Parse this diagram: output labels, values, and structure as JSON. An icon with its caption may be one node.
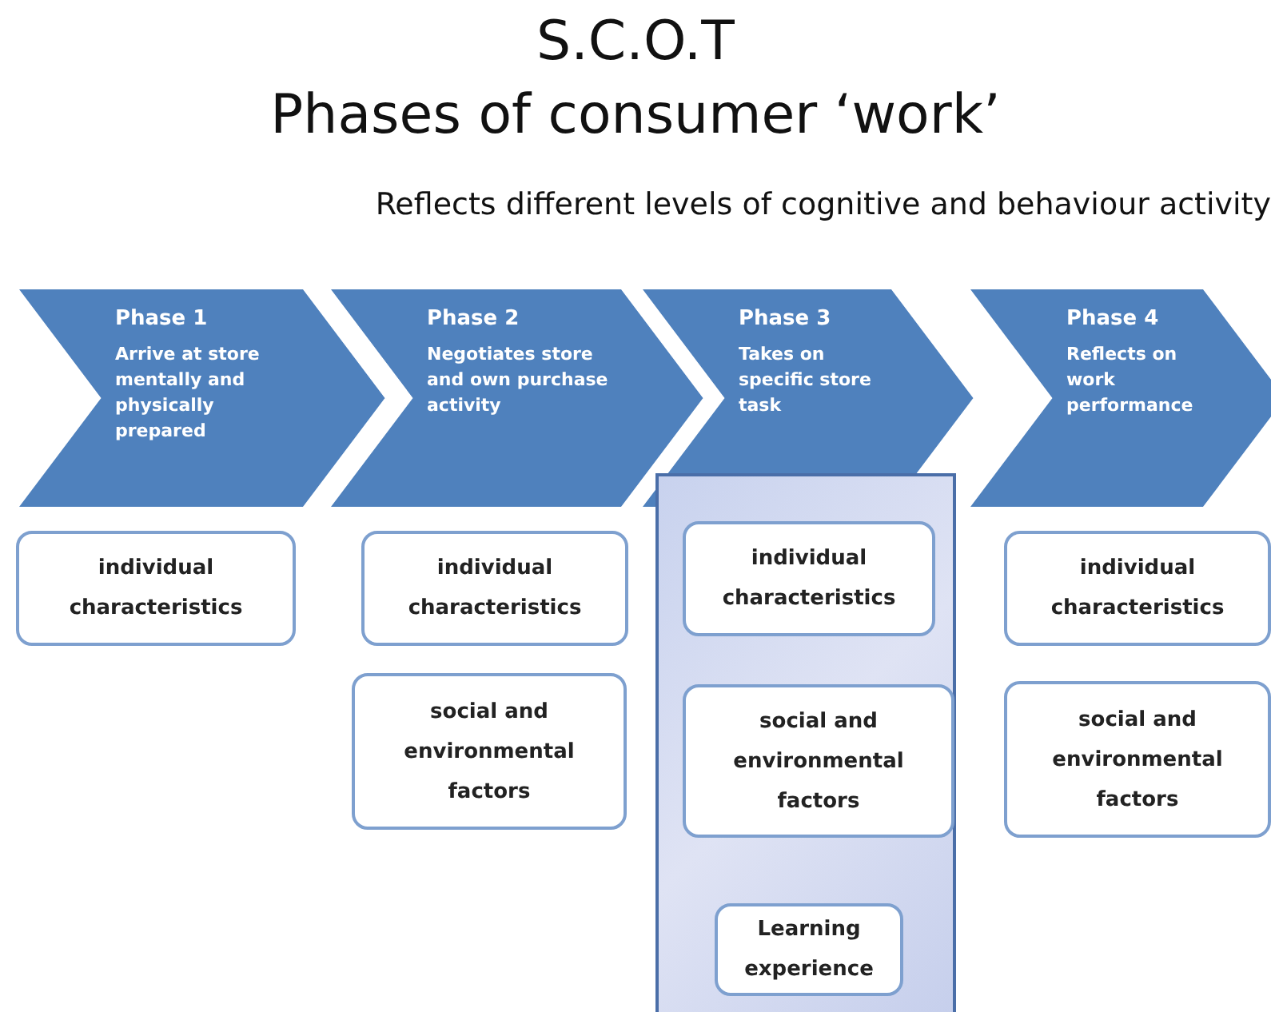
{
  "diagram": {
    "title": "S.C.O.T",
    "nodes": [
      {
        "text": [
          "Phase 1",
          "Arrive at store mentally and physically prepared"
        ]
      },
      {
        "text": [
          "Phase 2",
          "Negotiates store and own purchase activity"
        ]
      },
      {
        "text": [
          "Phase 3",
          "Takes on specific store task"
        ]
      },
      {
        "text": [
          "Phase 4",
          "Reflects on work performance"
        ]
      },
      {
        "text": [
          "individual characteristics"
        ]
      },
      {
        "text": [
          "individual characteristics"
        ]
      },
      {
        "text": [
          "social and environmental factors"
        ]
      },
      {
        "text": [],
        "shape": "box"
      },
      {
        "text": [
          "individual characteristics"
        ],
        "in": 7
      },
      {
        "text": [
          "social and environmental factors"
        ],
        "in": 7
      },
      {
        "text": [
          "Learning experience"
        ],
        "in": 7
      },
      {
        "text": [
          "individual characteristics"
        ]
      },
      {
        "text": [
          "social and environmental factors"
        ]
      }
    ],
    "labels": [
      "Phases of consumer ‘work’",
      "Reflects different levels of cognitive and behaviour activity"
    ]
  }
}
